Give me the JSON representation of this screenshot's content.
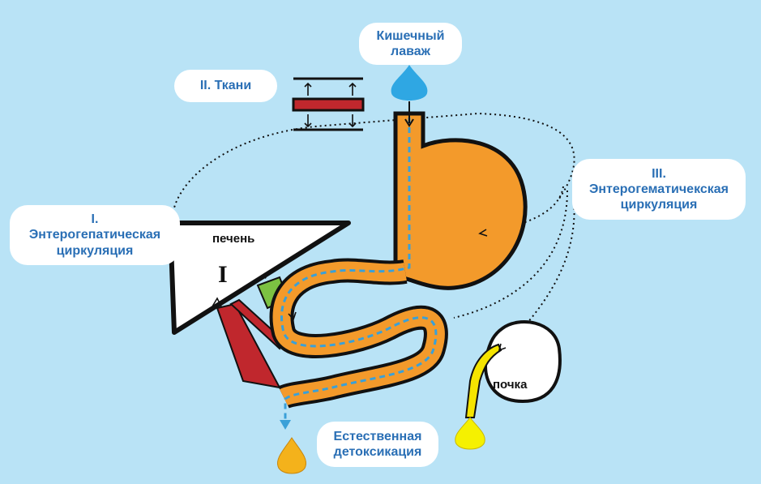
{
  "labels": {
    "lavage": [
      "Кишечный",
      "лаваж"
    ],
    "tissue": "II. Ткани",
    "entero3": [
      "III.",
      "Энтерогематичекская",
      "циркуляция"
    ],
    "entero1": [
      "I.",
      "Энтерогепатическая",
      "циркуляция"
    ],
    "detox": [
      "Естественная",
      "детоксикация"
    ]
  },
  "organs": {
    "liver": "печень",
    "kidney": "почка",
    "roman_one": "I"
  },
  "colors": {
    "background": "#b9e3f6",
    "label_text": "#2a6fb5",
    "stomach": "#f39a2b",
    "duct": "#3aa0d8",
    "blood_vessel": "#c0272d",
    "bile": "#7cc142",
    "urine": "#f5e400",
    "drop_blue": "#2fa7e3",
    "drop_orange": "#f4b21b"
  }
}
